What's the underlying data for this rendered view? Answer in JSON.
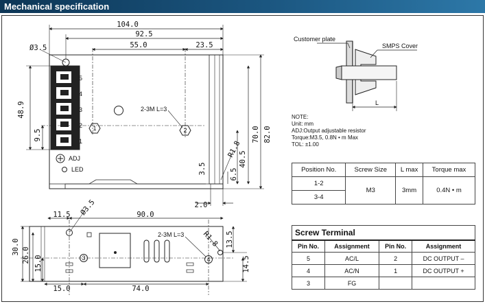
{
  "header": {
    "title": "Mechanical specification"
  },
  "top_view": {
    "dims": {
      "d104": "104.0",
      "d925": "92.5",
      "d550": "55.0",
      "d235": "23.5",
      "hole": "3.5",
      "d489": "48.9",
      "d95": "9.5",
      "d700": "70.0",
      "d820": "82.0",
      "d405": "40.5",
      "d65": "6.5",
      "d35": "3.5",
      "d20": "2.0",
      "r18": "R1.8"
    },
    "screw_label": "2-3M L=3",
    "screw_ids": [
      "1",
      "2"
    ],
    "terminal_numbers": [
      "5",
      "4",
      "3",
      "2",
      "1"
    ],
    "adj_label": "ADJ",
    "led_label": "LED"
  },
  "side_view": {
    "dims": {
      "d115": "11.5",
      "hole": "3.5",
      "d900": "90.0",
      "d300": "30.0",
      "d260": "26.0",
      "d150v": "15.0",
      "d150h": "15.0",
      "d740": "74.0",
      "d145": "14.5",
      "d135": "13.5",
      "r18": "R1.8"
    },
    "screw_label": "2-3M L=3",
    "screw_ids": [
      "3",
      "4"
    ]
  },
  "mount_detail": {
    "customer_plate": "Customer plate",
    "smps_cover": "SMPS Cover",
    "l_label": "L"
  },
  "notes": [
    "NOTE:",
    "Unit: mm",
    "ADJ:Output adjustable resistor",
    "Torque:M3.5, 0.8N • m Max",
    "TOL: ±1.00"
  ],
  "screw_table": {
    "headers": [
      "Position No.",
      "Screw Size",
      "L max",
      "Torque max"
    ],
    "positions": [
      "1-2",
      "3-4"
    ],
    "screw_size": "M3",
    "l_max": "3mm",
    "torque": "0.4N • m"
  },
  "terminal_table": {
    "title": "Screw Terminal",
    "headers": [
      "Pin No.",
      "Assignment",
      "Pin No.",
      "Assignment"
    ],
    "rows": [
      [
        "5",
        "AC/L",
        "2",
        "DC OUTPUT –"
      ],
      [
        "4",
        "AC/N",
        "1",
        "DC OUTPUT +"
      ],
      [
        "3",
        "FG",
        "",
        ""
      ]
    ]
  }
}
